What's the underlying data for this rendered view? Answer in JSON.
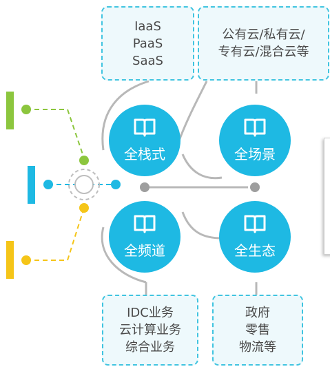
{
  "top_left_box": {
    "lines": [
      "IaaS",
      "PaaS",
      "SaaS"
    ]
  },
  "top_right_box": {
    "lines": [
      "公有云/私有云/",
      "专有云/混合云等"
    ]
  },
  "bottom_left_box": {
    "lines": [
      "IDC业务",
      "云计算业务",
      "综合业务"
    ]
  },
  "bottom_right_box": {
    "lines": [
      "政府",
      "零售",
      "物流等"
    ]
  },
  "circles": [
    {
      "label": "全栈式",
      "icon": "book-icon"
    },
    {
      "label": "全场景",
      "icon": "book-icon"
    },
    {
      "label": "全频道",
      "icon": "book-icon"
    },
    {
      "label": "全生态",
      "icon": "book-icon"
    }
  ],
  "colors": {
    "cyan": "#1eb9e3",
    "box_border": "#40c4e0",
    "box_fill": "#eef9fc",
    "green": "#8cc63e",
    "blue": "#1eb9e3",
    "yellow": "#f5c518",
    "connector_gray": "#9e9e9e",
    "text": "#4a4a4a"
  }
}
